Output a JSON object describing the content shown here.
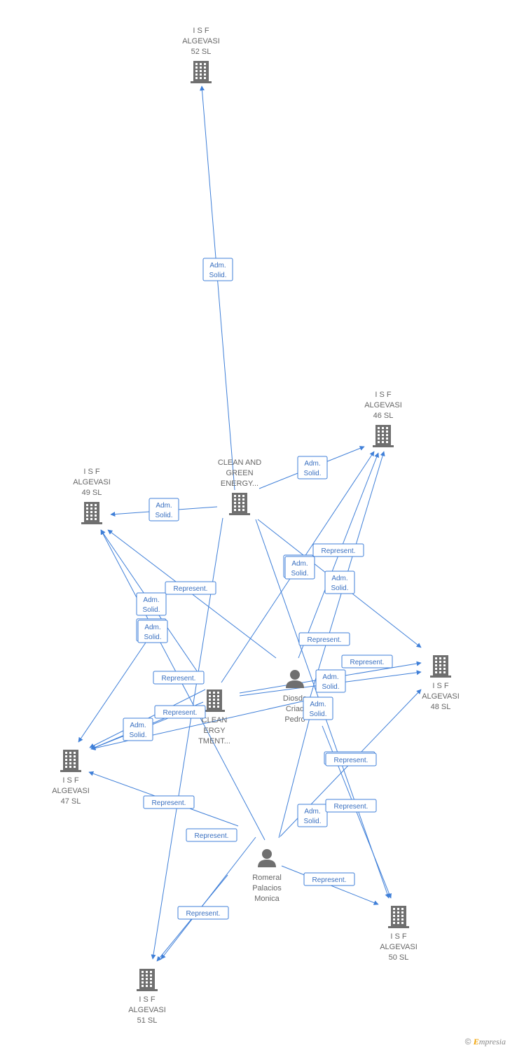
{
  "colors": {
    "edge": "#3f7fd8",
    "edge_text": "#3a70c0",
    "icon": "#6f6f6f",
    "label": "#666666"
  },
  "nodes": [
    {
      "id": "n52",
      "type": "company",
      "icon": "building-icon",
      "lines": [
        "I S F",
        "ALGEVASI",
        "52 SL"
      ]
    },
    {
      "id": "n46",
      "type": "company",
      "icon": "building-icon",
      "lines": [
        "I S F",
        "ALGEVASI",
        "46 SL"
      ]
    },
    {
      "id": "n49",
      "type": "company",
      "icon": "building-icon",
      "lines": [
        "I S F",
        "ALGEVASI",
        "49 SL"
      ]
    },
    {
      "id": "cge",
      "type": "company",
      "icon": "building-icon",
      "lines": [
        "CLEAN AND",
        "GREEN",
        "ENERGY..."
      ]
    },
    {
      "id": "n48",
      "type": "company",
      "icon": "building-icon",
      "lines": [
        "I S F",
        "ALGEVASI",
        "48 SL"
      ]
    },
    {
      "id": "cgi",
      "type": "company",
      "icon": "building-icon",
      "lines": [
        "CLEAN",
        "ERGY",
        "TMENT..."
      ]
    },
    {
      "id": "n47",
      "type": "company",
      "icon": "building-icon",
      "lines": [
        "I S F",
        "ALGEVASI",
        "47 SL"
      ]
    },
    {
      "id": "pd",
      "type": "person",
      "icon": "person-icon",
      "lines": [
        "Diosda",
        "Criad",
        "Pedro"
      ]
    },
    {
      "id": "pr",
      "type": "person",
      "icon": "person-icon",
      "lines": [
        "Romeral",
        "Palacios",
        "Monica"
      ]
    },
    {
      "id": "n50",
      "type": "company",
      "icon": "building-icon",
      "lines": [
        "I S F",
        "ALGEVASI",
        "50 SL"
      ]
    },
    {
      "id": "n51",
      "type": "company",
      "icon": "building-icon",
      "lines": [
        "I S F",
        "ALGEVASI",
        "51 SL"
      ]
    }
  ],
  "edges": [
    {
      "label": [
        "Adm.",
        "Solid."
      ]
    },
    {
      "label": [
        "Adm.",
        "Solid."
      ]
    },
    {
      "label": [
        "Adm.",
        "Solid."
      ]
    },
    {
      "label": [
        "Adm.",
        "Solid."
      ]
    },
    {
      "label": [
        "Adm.",
        "Solid."
      ]
    },
    {
      "label": [
        "Represent."
      ]
    },
    {
      "label": [
        "Represent."
      ]
    },
    {
      "label": [
        "Represent."
      ]
    },
    {
      "label": [
        "Adm.",
        "Solid."
      ]
    },
    {
      "label": [
        "Represent."
      ]
    },
    {
      "label": [
        "Adm.",
        "Solid."
      ]
    },
    {
      "label": [
        "Adm.",
        "Solid."
      ]
    },
    {
      "label": [
        "Represent."
      ]
    },
    {
      "label": [
        "Represent."
      ]
    },
    {
      "label": [
        "Adm.",
        "Solid."
      ]
    },
    {
      "label": [
        "Represent."
      ]
    },
    {
      "label": [
        "Adm.",
        "Solid."
      ]
    },
    {
      "label": [
        "Adm.",
        "Solid."
      ]
    },
    {
      "label": [
        "Adm.",
        "Solid."
      ]
    },
    {
      "label": [
        "Represent."
      ]
    },
    {
      "label": [
        "Represent."
      ]
    },
    {
      "label": [
        "Represent."
      ]
    },
    {
      "label": [
        "Represent."
      ]
    },
    {
      "label": [
        "Adm.",
        "Solid."
      ]
    },
    {
      "label": [
        "Represent."
      ]
    },
    {
      "label": [
        "Represent."
      ]
    }
  ],
  "footer": {
    "copyright": "©",
    "brand_initial": "E",
    "brand_rest": "mpresia"
  }
}
